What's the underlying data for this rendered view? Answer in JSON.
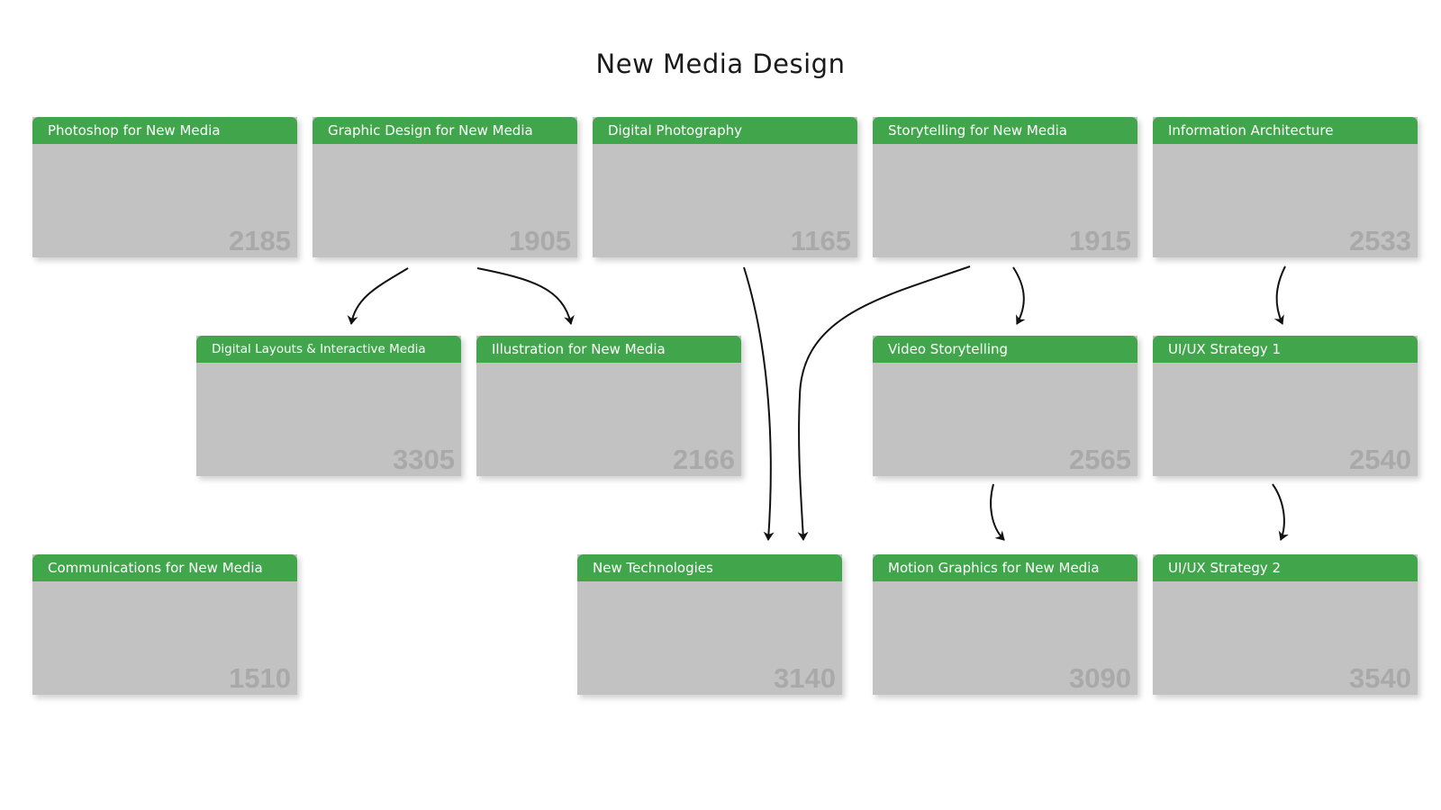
{
  "title": "New Media Design",
  "colors": {
    "header_green": "#41a64b",
    "card_gray": "#c2c2c2",
    "code_gray": "#a9a9a9",
    "arrow": "#111111"
  },
  "courses": {
    "photoshop": {
      "name": "Photoshop for New Media",
      "code": "2185"
    },
    "graphic_design": {
      "name": "Graphic Design for New Media",
      "code": "1905"
    },
    "digital_photography": {
      "name": "Digital Photography",
      "code": "1165"
    },
    "storytelling": {
      "name": "Storytelling for New Media",
      "code": "1915"
    },
    "info_architecture": {
      "name": "Information Architecture",
      "code": "2533"
    },
    "digital_layouts": {
      "name": "Digital Layouts & Interactive Media",
      "code": "3305"
    },
    "illustration": {
      "name": "Illustration for New Media",
      "code": "2166"
    },
    "video_storytelling": {
      "name": "Video Storytelling",
      "code": "2565"
    },
    "uiux1": {
      "name": "UI/UX Strategy 1",
      "code": "2540"
    },
    "communications": {
      "name": "Communications for New Media",
      "code": "1510"
    },
    "new_technologies": {
      "name": "New Technologies",
      "code": "3140"
    },
    "motion_graphics": {
      "name": "Motion Graphics for New Media",
      "code": "3090"
    },
    "uiux2": {
      "name": "UI/UX Strategy 2",
      "code": "3540"
    }
  },
  "prerequisites": [
    {
      "from": "graphic_design",
      "to": "digital_layouts"
    },
    {
      "from": "graphic_design",
      "to": "illustration"
    },
    {
      "from": "digital_photography",
      "to": "new_technologies"
    },
    {
      "from": "storytelling",
      "to": "new_technologies"
    },
    {
      "from": "storytelling",
      "to": "video_storytelling"
    },
    {
      "from": "info_architecture",
      "to": "uiux1"
    },
    {
      "from": "video_storytelling",
      "to": "motion_graphics"
    },
    {
      "from": "uiux1",
      "to": "uiux2"
    }
  ]
}
